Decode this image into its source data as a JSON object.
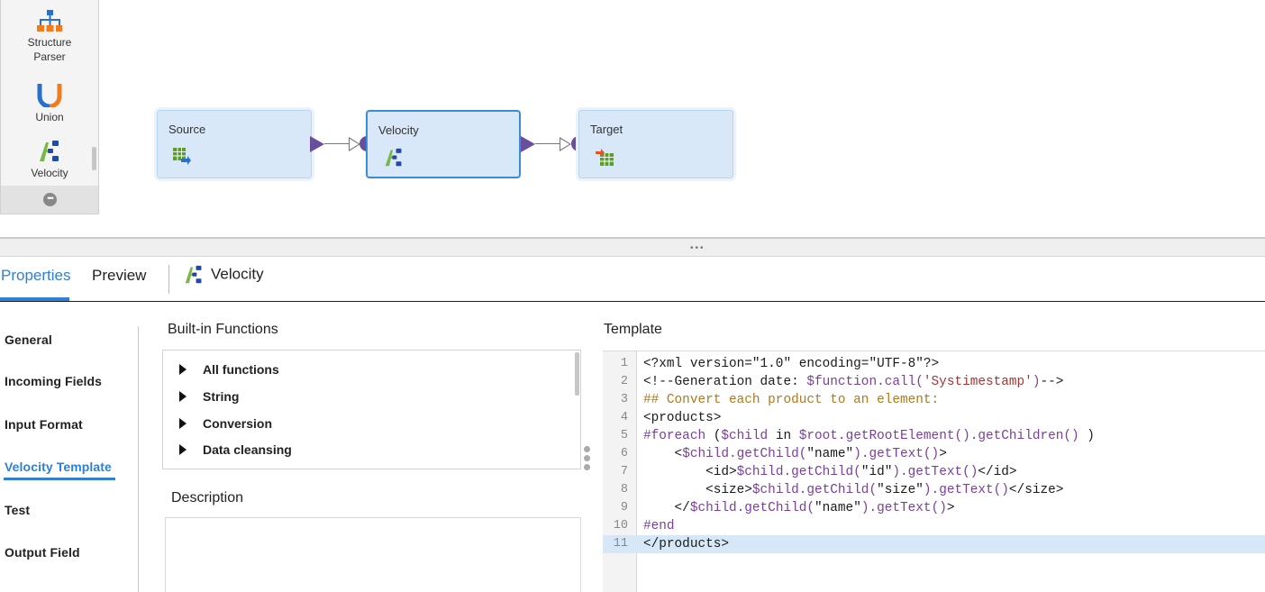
{
  "palette": {
    "items": [
      {
        "label_line1": "Structure",
        "label_line2": "Parser",
        "icon": "structure-parser-icon"
      },
      {
        "label_line1": "Union",
        "icon": "union-icon"
      },
      {
        "label_line1": "Velocity",
        "icon": "velocity-icon"
      }
    ],
    "more_label": "•••"
  },
  "canvas": {
    "nodes": [
      {
        "title": "Source",
        "icon": "source-table-icon"
      },
      {
        "title": "Velocity",
        "icon": "velocity-icon"
      },
      {
        "title": "Target",
        "icon": "target-table-icon"
      }
    ]
  },
  "splitter": {
    "dots": "•••"
  },
  "tabs": {
    "properties": "Properties",
    "preview": "Preview",
    "object_title": "Velocity"
  },
  "left_nav": {
    "items": [
      "General",
      "Incoming Fields",
      "Input Format",
      "Velocity Template",
      "Test",
      "Output Field"
    ],
    "active": "Velocity Template"
  },
  "builtin": {
    "heading": "Built-in Functions",
    "items": [
      "All functions",
      "String",
      "Conversion",
      "Data cleansing"
    ]
  },
  "description": {
    "heading": "Description",
    "value": ""
  },
  "template": {
    "heading": "Template",
    "highlighted_line": 11,
    "line_numbers": [
      "1",
      "2",
      "3",
      "4",
      "5",
      "6",
      "7",
      "8",
      "9",
      "10",
      "11"
    ]
  },
  "colors": {
    "accent": "#2f7fd2",
    "port": "#6a4e9e",
    "node_fill": "#d8e8f8",
    "highlight_line": "#d6e8f8"
  }
}
